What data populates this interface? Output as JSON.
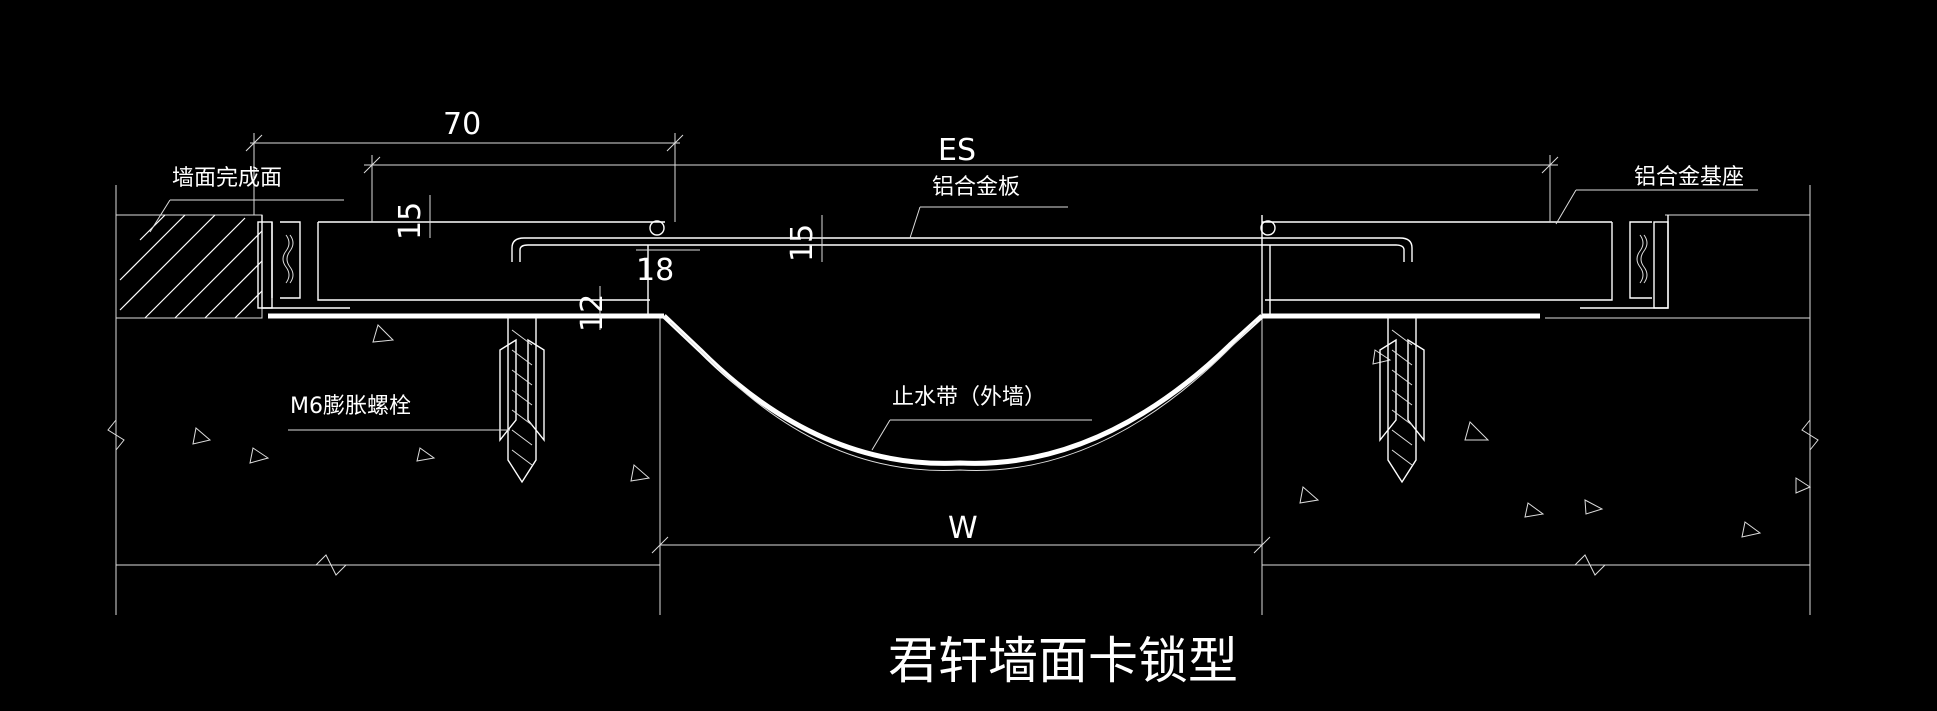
{
  "colors": {
    "background": "#000000",
    "line": "#ffffff"
  },
  "dimensions": {
    "d70": "70",
    "es": "ES",
    "w": "W",
    "d15_left": "15",
    "d15_mid": "15",
    "d18": "18",
    "d12": "12"
  },
  "labels": {
    "wall_finish": "墙面完成面",
    "alloy_plate": "铝合金板",
    "alloy_base": "铝合金基座",
    "bolt": "M6膨胀螺栓",
    "waterstop": "止水带（外墙）"
  },
  "title": "君轩墙面卡锁型"
}
